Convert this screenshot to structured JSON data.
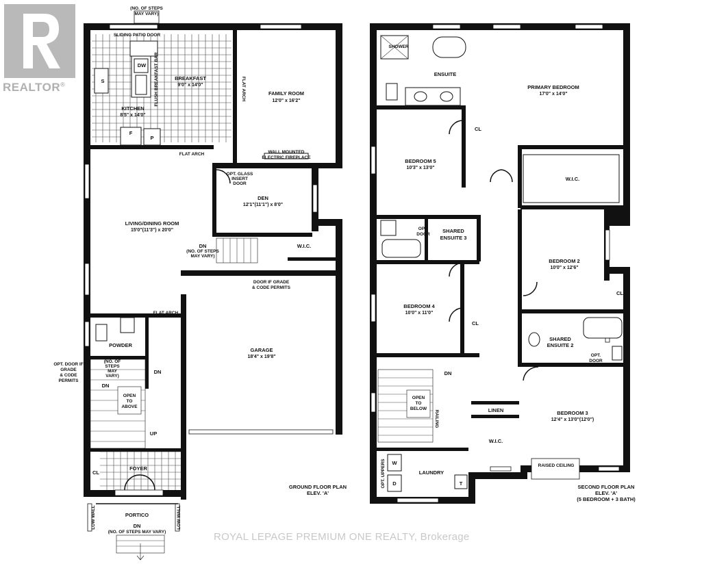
{
  "logo": {
    "text": "REALTOR",
    "mark": "®"
  },
  "watermark": "ROYAL LEPAGE PREMIUM ONE REALTY, Brokerage",
  "ground": {
    "plan_title": "GROUND FLOOR PLAN",
    "elev": "ELEV. 'A'",
    "steps_top": [
      "(NO. OF STEPS",
      "MAY VARY)"
    ],
    "sliding_door": "SLIDING PATIO DOOR",
    "dw": "DW",
    "s": "S",
    "f": "F",
    "p": "P",
    "breakfast_bar": "FLUSH BREAKFAST BAR",
    "breakfast": "BREAKFAST",
    "breakfast_dim": "9'0\" x 14'0\"",
    "kitchen": "KITCHEN",
    "kitchen_dim": "8'5\" x 14'0\"",
    "flat_arch_v": "FLAT ARCH",
    "family_room": "FAMILY ROOM",
    "family_dim": "12'0\" x 16'2\"",
    "fireplace": [
      "WALL MOUNTED",
      "ELECTRIC FIREPLACE"
    ],
    "flat_arch_1": "FLAT ARCH",
    "opt_glass": [
      "OPT. GLASS",
      "INSERT",
      "DOOR"
    ],
    "den": "DEN",
    "den_dim": "12'1\"(11'1\") x 8'0\"",
    "living": "LIVING/DINING ROOM",
    "living_dim": "15'0\"(11'3\") x 20'0\"",
    "dn_main": "DN",
    "dn_steps": [
      "(NO. OF STEPS",
      "MAY VARY)"
    ],
    "wic": "W.I.C.",
    "door_grade": [
      "DOOR IF GRADE",
      "& CODE PERMITS"
    ],
    "flat_arch_2": "FLAT ARCH",
    "powder": "POWDER",
    "opt_door": [
      "OPT. DOOR IF",
      "GRADE",
      "& CODE",
      "PERMITS"
    ],
    "steps_mid": [
      "(NO. OF",
      "STEPS",
      "MAY",
      "VARY)"
    ],
    "dn_a": "DN",
    "dn_b": "DN",
    "open_above": [
      "OPEN",
      "TO",
      "ABOVE"
    ],
    "up": "UP",
    "garage": "GARAGE",
    "garage_dim": "18'4\" x 19'8\"",
    "cl": "CL",
    "foyer": "FOYER",
    "portico": "PORTICO",
    "low_wall": "LOW WALL",
    "dn_portico": "DN",
    "dn_portico_steps": "(NO. OF STEPS MAY VARY)"
  },
  "second": {
    "plan_title": "SECOND FLOOR PLAN",
    "elev": "ELEV. 'A'",
    "beds": "(5 BEDROOM + 3 BATH)",
    "shower": "SHOWER",
    "ensuite": "ENSUITE",
    "primary": "PRIMARY BEDROOM",
    "primary_dim": "17'0\" x 14'0\"",
    "cl_1": "CL",
    "bed5": "BEDROOM 5",
    "bed5_dim": "10'3\" x 13'0\"",
    "wic_1": "W.I.C.",
    "opt_door_1": [
      "OPT.",
      "DOOR"
    ],
    "shared3": [
      "SHARED",
      "ENSUITE 3"
    ],
    "bed2": "BEDROOM 2",
    "bed2_dim": "10'0\" x 12'6\"",
    "cl_2": "CL",
    "bed4": "BEDROOM 4",
    "bed4_dim": "10'0\" x 11'0\"",
    "cl_3": "CL",
    "shared2": [
      "SHARED",
      "ENSUITE 2"
    ],
    "opt_door_2": [
      "OPT.",
      "DOOR"
    ],
    "dn": "DN",
    "open_below": [
      "OPEN",
      "TO",
      "BELOW"
    ],
    "railing": "RAILING",
    "linen": "LINEN",
    "bed3": "BEDROOM 3",
    "bed3_dim": "12'4\" x 13'0\"(12'0\")",
    "wic_2": "W.I.C.",
    "raised": "RAISED CEILING",
    "laundry": "LAUNDRY",
    "w": "W",
    "d": "D",
    "t": "T",
    "opt_uppers": "OPT. UPPERS"
  }
}
